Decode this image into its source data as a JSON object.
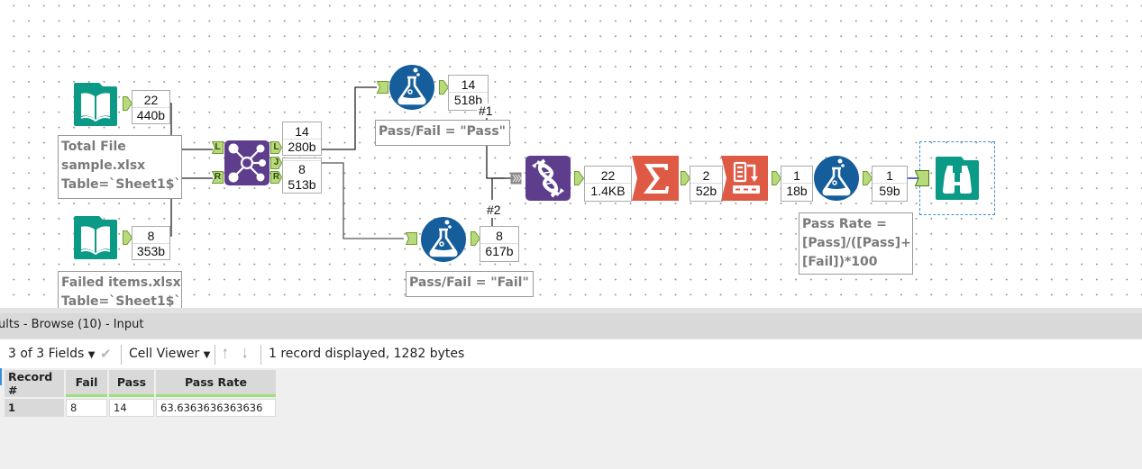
{
  "canvas": {
    "tools": {
      "input_total": {
        "icon": "book-input-icon",
        "count": "22",
        "size": "440b",
        "annotation": [
          "Total File",
          "sample.xlsx",
          "Table=`Sheet1$`"
        ]
      },
      "input_failed": {
        "icon": "book-input-icon",
        "count": "8",
        "size": "353b",
        "annotation": [
          "Failed items.xlsx",
          "Table=`Sheet1$`"
        ]
      },
      "join": {
        "icon": "join-icon",
        "anchors_in": [
          "L",
          "R"
        ],
        "anchors_out": [
          "L",
          "J",
          "R"
        ],
        "out_L": {
          "count": "14",
          "size": "280b"
        },
        "out_J": {
          "count": "8",
          "size": "513b"
        }
      },
      "formula_pass": {
        "icon": "formula-flask-icon",
        "count": "14",
        "size": "518b",
        "annotation": "Pass/Fail = \"Pass\""
      },
      "formula_fail": {
        "icon": "formula-flask-icon",
        "count": "8",
        "size": "617b",
        "annotation": "Pass/Fail = \"Fail\""
      },
      "union": {
        "icon": "union-dna-icon",
        "inputs": [
          "#1",
          "#2"
        ],
        "count": "22",
        "size": "1.4KB"
      },
      "summarize": {
        "icon": "summarize-sigma-icon",
        "count": "2",
        "size": "52b"
      },
      "crosstab": {
        "icon": "crosstab-icon",
        "count": "1",
        "size": "18b"
      },
      "formula_rate": {
        "icon": "formula-flask-icon",
        "count": "1",
        "size": "59b",
        "annotation": [
          "Pass Rate =",
          "[Pass]/([Pass]+",
          "[Fail])*100"
        ]
      },
      "browse": {
        "icon": "browse-binoculars-icon"
      }
    }
  },
  "results": {
    "title": "ults - Browse (10) - Input",
    "toolbar": {
      "fields": "3 of 3 Fields",
      "viewer": "Cell Viewer",
      "status": "1 record displayed, 1282 bytes"
    },
    "columns": [
      "Record #",
      "Fail",
      "Pass",
      "Pass Rate"
    ],
    "rows": [
      {
        "record": "1",
        "fail": "8",
        "pass": "14",
        "pass_rate": "63.6363636363636"
      }
    ]
  },
  "colors": {
    "input_teal": "#0a9a85",
    "join_purple": "#5e3e8c",
    "formula_blue": "#155e9b",
    "summarize_orange": "#df5a44",
    "anchor_green": "#b8da7a",
    "selection_blue": "#3a8fd8"
  }
}
